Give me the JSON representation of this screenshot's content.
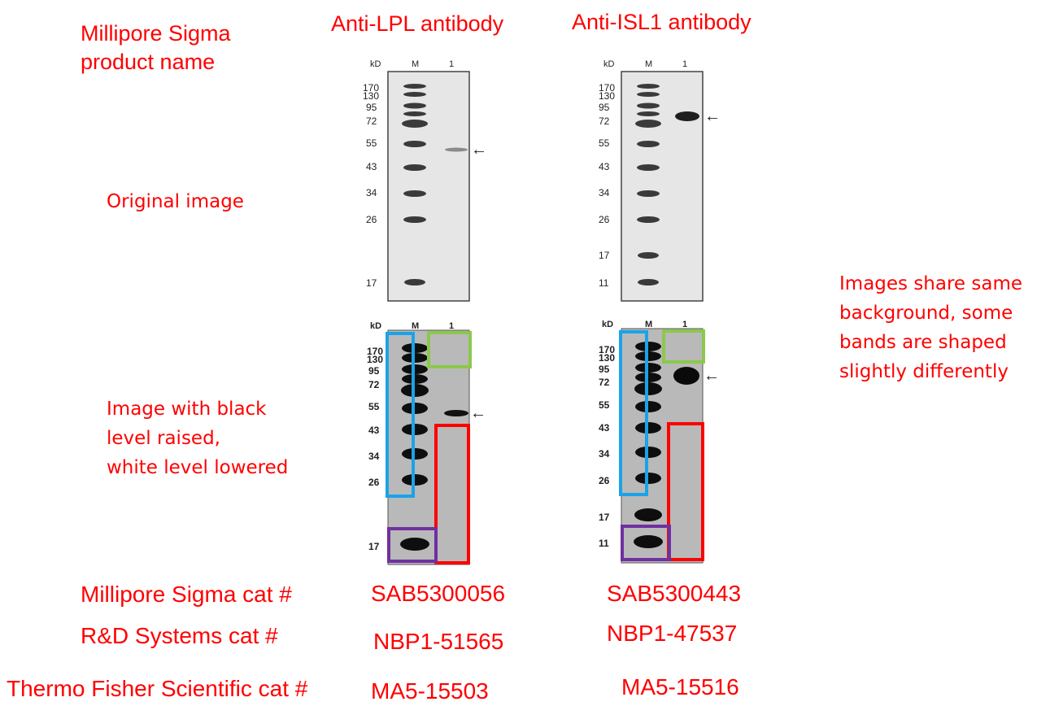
{
  "headers": {
    "product_name": "Millipore Sigma\nproduct name",
    "lpl": "Anti-LPL antibody",
    "isl1": "Anti-ISL1 antibody"
  },
  "row_labels": {
    "original": "Original image",
    "adjusted": "Image with black\nlevel raised,\nwhite level lowered"
  },
  "side_note": "Images share same\nbackground, some\nbands are shaped\nslightly differently",
  "catalog": {
    "labels": [
      "Millipore Sigma cat #",
      "R&D Systems cat #",
      "Thermo Fisher Scientific cat #"
    ],
    "lpl": [
      "SAB5300056",
      "NBP1-51565",
      "MA5-15503"
    ],
    "isl1": [
      "SAB5300443",
      "NBP1-47537",
      "MA5-15516"
    ]
  },
  "blots": {
    "kd_label": "kD",
    "lane_m": "M",
    "lane_1": "1",
    "arrow": "←",
    "lpl_markers": [
      "170",
      "130",
      "95",
      "72",
      "55",
      "43",
      "34",
      "26",
      "17"
    ],
    "isl1_markers": [
      "170",
      "130",
      "95",
      "72",
      "55",
      "43",
      "34",
      "26",
      "17",
      "11"
    ]
  },
  "colors": {
    "annotation_text": "#ff0000",
    "box_blue": "#1aa3e8",
    "box_green": "#8cc84b",
    "box_red": "#ff0000",
    "box_purple": "#7030a0"
  }
}
